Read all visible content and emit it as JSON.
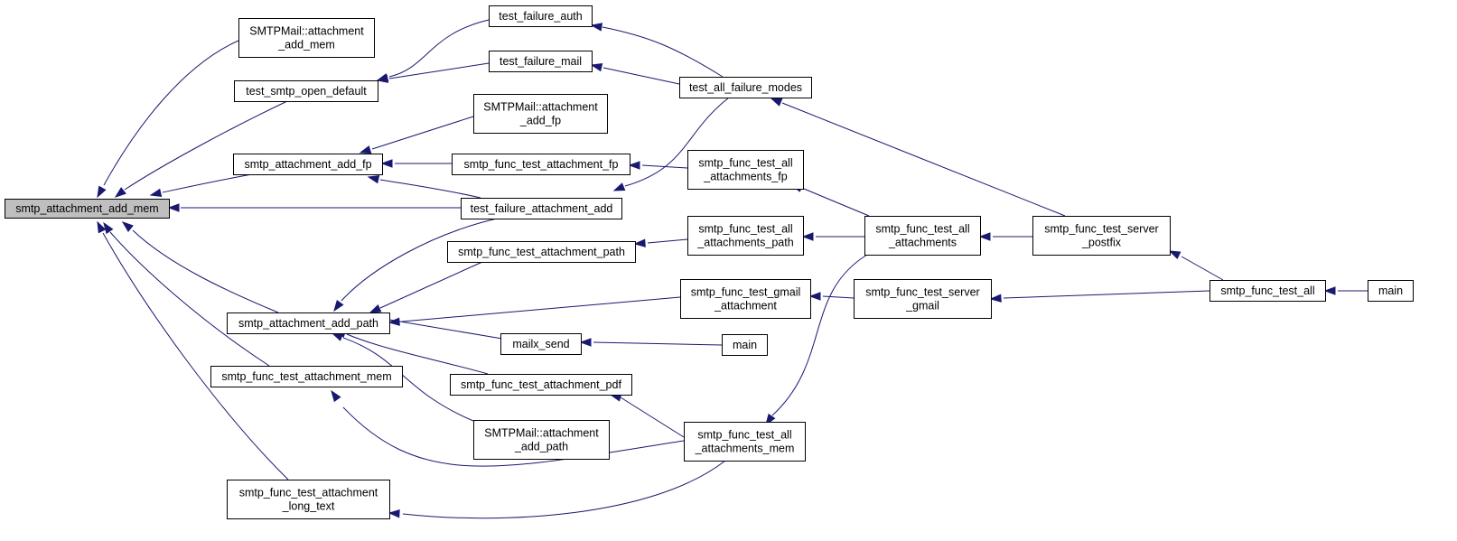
{
  "diagram": {
    "type": "caller-graph",
    "colors": {
      "edge": "#191970",
      "selected_fill": "#bfbfbf"
    },
    "nodes": [
      {
        "id": "root",
        "lines": [
          "smtp_attachment_add_mem"
        ],
        "selected": true
      },
      {
        "id": "cpp_add_mem",
        "lines": [
          "SMTPMail::attachment",
          "_add_mem"
        ]
      },
      {
        "id": "open_default",
        "lines": [
          "test_smtp_open_default"
        ]
      },
      {
        "id": "add_fp",
        "lines": [
          "smtp_attachment_add_fp"
        ]
      },
      {
        "id": "add_path",
        "lines": [
          "smtp_attachment_add_path"
        ]
      },
      {
        "id": "ft_att_mem",
        "lines": [
          "smtp_func_test_attachment_mem"
        ]
      },
      {
        "id": "ft_att_long",
        "lines": [
          "smtp_func_test_attachment",
          "_long_text"
        ]
      },
      {
        "id": "fail_auth",
        "lines": [
          "test_failure_auth"
        ]
      },
      {
        "id": "fail_mail",
        "lines": [
          "test_failure_mail"
        ]
      },
      {
        "id": "cpp_add_fp",
        "lines": [
          "SMTPMail::attachment",
          "_add_fp"
        ]
      },
      {
        "id": "ft_att_fp",
        "lines": [
          "smtp_func_test_attachment_fp"
        ]
      },
      {
        "id": "fail_att_add",
        "lines": [
          "test_failure_attachment_add"
        ]
      },
      {
        "id": "ft_att_path",
        "lines": [
          "smtp_func_test_attachment_path"
        ]
      },
      {
        "id": "mailx_send",
        "lines": [
          "mailx_send"
        ]
      },
      {
        "id": "ft_att_pdf",
        "lines": [
          "smtp_func_test_attachment_pdf"
        ]
      },
      {
        "id": "cpp_add_path",
        "lines": [
          "SMTPMail::attachment",
          "_add_path"
        ]
      },
      {
        "id": "all_fail",
        "lines": [
          "test_all_failure_modes"
        ]
      },
      {
        "id": "all_att_fp",
        "lines": [
          "smtp_func_test_all",
          "_attachments_fp"
        ]
      },
      {
        "id": "all_att_path",
        "lines": [
          "smtp_func_test_all",
          "_attachments_path"
        ]
      },
      {
        "id": "gmail_att",
        "lines": [
          "smtp_func_test_gmail",
          "_attachment"
        ]
      },
      {
        "id": "main1",
        "lines": [
          "main"
        ]
      },
      {
        "id": "all_att_mem",
        "lines": [
          "smtp_func_test_all",
          "_attachments_mem"
        ]
      },
      {
        "id": "all_att",
        "lines": [
          "smtp_func_test_all",
          "_attachments"
        ]
      },
      {
        "id": "server_gmail",
        "lines": [
          "smtp_func_test_server",
          "_gmail"
        ]
      },
      {
        "id": "server_postfix",
        "lines": [
          "smtp_func_test_server",
          "_postfix"
        ]
      },
      {
        "id": "test_all",
        "lines": [
          "smtp_func_test_all"
        ]
      },
      {
        "id": "main2",
        "lines": [
          "main"
        ]
      }
    ],
    "edges": [
      {
        "from": "cpp_add_mem",
        "to": "root"
      },
      {
        "from": "open_default",
        "to": "root"
      },
      {
        "from": "add_fp",
        "to": "root"
      },
      {
        "from": "fail_att_add",
        "to": "root"
      },
      {
        "from": "add_path",
        "to": "root"
      },
      {
        "from": "ft_att_mem",
        "to": "root"
      },
      {
        "from": "ft_att_long",
        "to": "root"
      },
      {
        "from": "fail_auth",
        "to": "open_default"
      },
      {
        "from": "fail_mail",
        "to": "open_default"
      },
      {
        "from": "cpp_add_fp",
        "to": "add_fp"
      },
      {
        "from": "ft_att_fp",
        "to": "add_fp"
      },
      {
        "from": "fail_att_add",
        "to": "add_fp"
      },
      {
        "from": "fail_att_add",
        "to": "add_path"
      },
      {
        "from": "ft_att_path",
        "to": "add_path"
      },
      {
        "from": "gmail_att",
        "to": "add_path"
      },
      {
        "from": "mailx_send",
        "to": "add_path"
      },
      {
        "from": "ft_att_pdf",
        "to": "add_path"
      },
      {
        "from": "cpp_add_path",
        "to": "add_path"
      },
      {
        "from": "all_att_mem",
        "to": "ft_att_mem"
      },
      {
        "from": "all_att_mem",
        "to": "ft_att_long"
      },
      {
        "from": "all_fail",
        "to": "fail_auth"
      },
      {
        "from": "all_fail",
        "to": "fail_mail"
      },
      {
        "from": "all_fail",
        "to": "fail_att_add"
      },
      {
        "from": "all_att_fp",
        "to": "ft_att_fp"
      },
      {
        "from": "all_att_path",
        "to": "ft_att_path"
      },
      {
        "from": "server_gmail",
        "to": "gmail_att"
      },
      {
        "from": "main1",
        "to": "mailx_send"
      },
      {
        "from": "all_att_mem",
        "to": "ft_att_pdf"
      },
      {
        "from": "server_postfix",
        "to": "all_fail"
      },
      {
        "from": "all_att",
        "to": "all_att_fp"
      },
      {
        "from": "all_att",
        "to": "all_att_path"
      },
      {
        "from": "all_att",
        "to": "all_att_mem"
      },
      {
        "from": "server_postfix",
        "to": "all_att"
      },
      {
        "from": "test_all",
        "to": "server_gmail"
      },
      {
        "from": "test_all",
        "to": "server_postfix"
      },
      {
        "from": "main2",
        "to": "test_all"
      }
    ]
  }
}
